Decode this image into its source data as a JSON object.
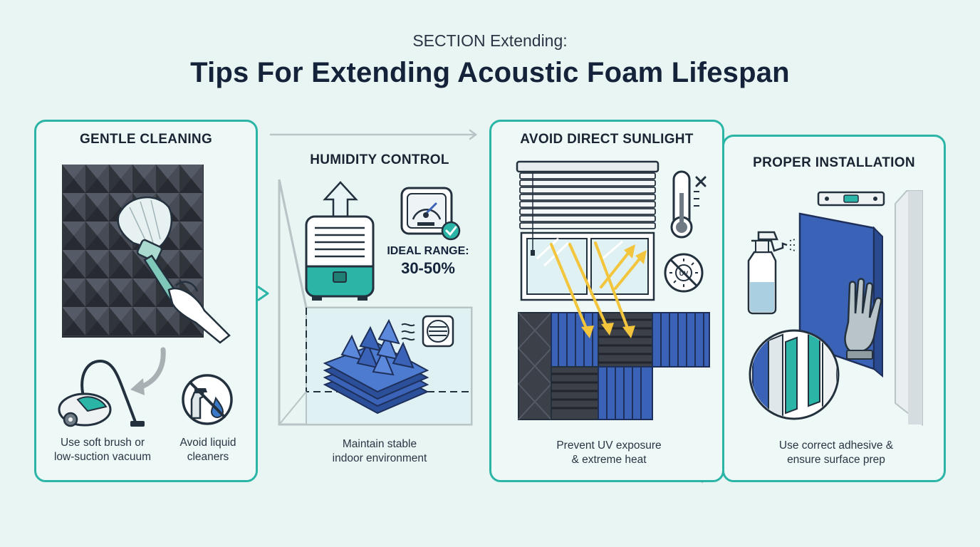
{
  "header": {
    "kicker": "SECTION Extending:",
    "title": "Tips For Extending Acoustic Foam Lifespan"
  },
  "panels": [
    {
      "title": "GENTLE CLEANING",
      "captions": [
        {
          "line1": "Use soft brush or",
          "line2": "low-suction vacuum"
        },
        {
          "line1": "Avoid liquid",
          "line2": "cleaners"
        }
      ]
    },
    {
      "title": "HUMIDITY CONTROL",
      "badge_label": "IDEAL RANGE:",
      "badge_value": "30-50%",
      "captions": [
        {
          "line1": "Maintain stable",
          "line2": "indoor environment"
        }
      ]
    },
    {
      "title": "AVOID DIRECT SUNLIGHT",
      "captions": [
        {
          "line1": "Prevent UV exposure",
          "line2": "& extreme heat"
        }
      ]
    },
    {
      "title": "PROPER INSTALLATION",
      "captions": [
        {
          "line1": "Use correct adhesive &",
          "line2": "ensure surface prep"
        }
      ]
    }
  ],
  "icons": {
    "uv_label": "UV"
  },
  "colors": {
    "accent": "#2bb5a6",
    "foam_dark": "#3b4049",
    "foam_blue": "#3a63b8",
    "ray": "#f2c53d"
  }
}
